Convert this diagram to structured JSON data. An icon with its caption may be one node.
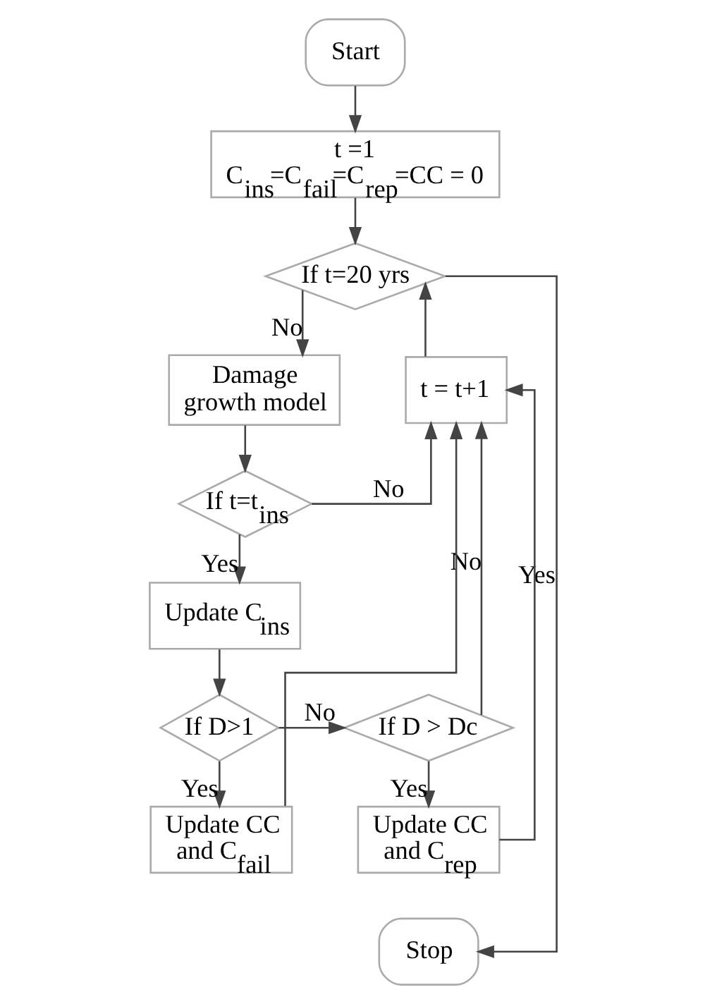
{
  "diagram": {
    "nodes": [
      {
        "text": [
          "Start"
        ]
      },
      {
        "text": [
          "t =1",
          "C$_{ins}$=C$_{fail}$=C$_{rep}$=CC = 0"
        ]
      },
      {
        "text": [
          "If t=20 yrs"
        ]
      },
      {
        "text": [
          "Damage growth model"
        ]
      },
      {
        "text": [
          "t = t+1"
        ]
      },
      {
        "text": [
          "If t=t$_{ins}$"
        ]
      },
      {
        "text": [
          "Update C$_{ins}$"
        ]
      },
      {
        "text": [
          "If D>1"
        ]
      },
      {
        "text": [
          "If D > Dc"
        ]
      },
      {
        "text": [
          "Update CC and C$_{fail}$"
        ]
      },
      {
        "text": [
          "Update CC and C$_{rep}$"
        ]
      },
      {
        "text": [
          "Stop"
        ]
      }
    ],
    "edges": [
      {
        "from": 0,
        "to": 1,
        "arrow": "to"
      },
      {
        "from": 1,
        "to": 2,
        "arrow": "to"
      },
      {
        "from": 2,
        "to": 11,
        "arrow": "to",
        "label": "Yes"
      },
      {
        "from": 2,
        "to": 3,
        "arrow": "to",
        "label": "No"
      },
      {
        "from": 3,
        "to": 5,
        "arrow": "to"
      },
      {
        "from": 5,
        "to": 4,
        "arrow": "to",
        "label": "No"
      },
      {
        "from": 5,
        "to": 6,
        "arrow": "to",
        "label": "Yes"
      },
      {
        "from": 6,
        "to": 7,
        "arrow": "to"
      },
      {
        "from": 7,
        "to": 9,
        "arrow": "to",
        "label": "Yes"
      },
      {
        "from": 7,
        "to": 8,
        "arrow": "to",
        "label": "No"
      },
      {
        "from": 8,
        "to": 10,
        "arrow": "to",
        "label": "Yes"
      },
      {
        "from": 8,
        "to": 4,
        "arrow": "to",
        "label": "No"
      },
      {
        "from": 9,
        "to": 4,
        "arrow": "to"
      },
      {
        "from": 10,
        "to": 4,
        "arrow": "to"
      },
      {
        "from": 4,
        "to": 2,
        "arrow": "to"
      }
    ]
  }
}
